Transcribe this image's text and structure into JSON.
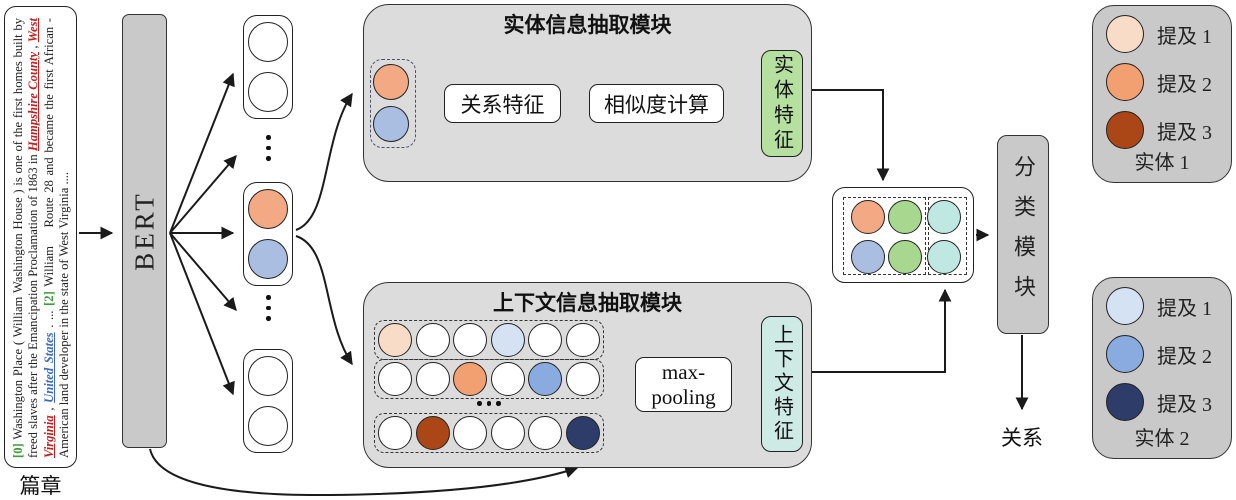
{
  "document": {
    "caption": "篇章",
    "text": {
      "p0": "[0]",
      "p1": " Washington Place ( William Washington House ) is one of the first homes built by freed slaves after the Emancipation Proclamation of 1863 in ",
      "p2": "Hampshire County",
      "p3": " , ",
      "p4": "West Virginia",
      "p5": " , ",
      "p6": "United States",
      "p7": " . ... ",
      "p8": "[2]",
      "p9": " William    Route 28 and became the first African - American land developer in the state of West Virginia ...."
    }
  },
  "encoder": {
    "label": "BERT",
    "mention_pair_colors": [
      "#f2a984",
      "#aabee2"
    ]
  },
  "entity_module": {
    "title": "实体信息抽取模块",
    "relation_feature": "关系特征",
    "similarity": "相似度计算",
    "entity_feature": "实体特征",
    "feature_box_color": "#b6e0a0",
    "pair_colors": [
      "#f2a984",
      "#aabee2"
    ]
  },
  "context_module": {
    "title": "上下文信息抽取模块",
    "maxpool_line1": "max-",
    "maxpool_line2": "pooling",
    "context_feature": "上下文特征",
    "feature_box_color": "#cdeae5",
    "token_rows": [
      [
        "#f9dcc7",
        "#ffffff",
        "#ffffff",
        "#d4e2f4",
        "#ffffff",
        "#ffffff"
      ],
      [
        "#ffffff",
        "#ffffff",
        "#f2a071",
        "#ffffff",
        "#8aabdf",
        "#ffffff"
      ],
      [
        "#ffffff",
        "#ab4716",
        "#ffffff",
        "#ffffff",
        "#ffffff",
        "#2d3c69"
      ]
    ]
  },
  "fusion": {
    "rows": [
      [
        "#f2a984",
        "#a8d88f",
        "#bfe8e2"
      ],
      [
        "#aabee2",
        "#a8d88f",
        "#bfe8e2"
      ]
    ]
  },
  "classifier": {
    "label": "分类模块",
    "output": "关系"
  },
  "legend_entity1": {
    "title": "实体 1",
    "items": [
      {
        "label": "提及 1",
        "color": "#f9dcc7"
      },
      {
        "label": "提及 2",
        "color": "#f2a071"
      },
      {
        "label": "提及 3",
        "color": "#ab4716"
      }
    ]
  },
  "legend_entity2": {
    "title": "实体 2",
    "items": [
      {
        "label": "提及 1",
        "color": "#d4e2f4"
      },
      {
        "label": "提及 2",
        "color": "#8aabdf"
      },
      {
        "label": "提及 3",
        "color": "#2d3c69"
      }
    ]
  },
  "colors": {
    "marker_green": "#3f9b3f",
    "entity1_red": "#c02020",
    "entity2_blue": "#3a6abf",
    "module_bg": "#dcdcdc",
    "panel_bg": "#c9c9c9"
  }
}
